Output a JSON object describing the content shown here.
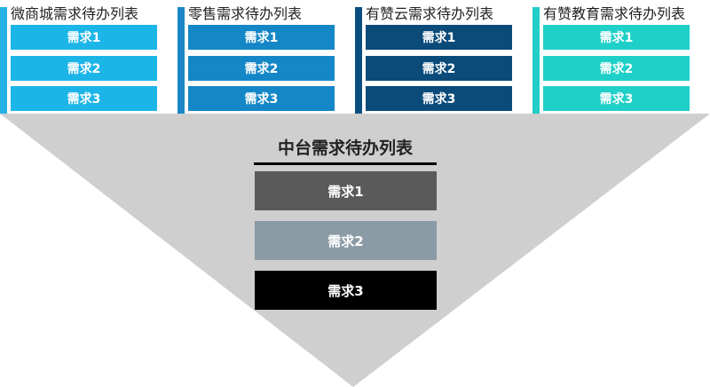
{
  "columns": [
    {
      "title": "微商城需求待办列表",
      "items": [
        "需求1",
        "需求2",
        "需求3"
      ],
      "bar_color": "#25b2e4",
      "item_color": "#1cb5e8"
    },
    {
      "title": "零售需求待办列表",
      "items": [
        "需求1",
        "需求2",
        "需求3"
      ],
      "bar_color": "#1a87c6",
      "item_color": "#1587c7"
    },
    {
      "title": "有赞云需求待办列表",
      "items": [
        "需求1",
        "需求2",
        "需求3"
      ],
      "bar_color": "#0a4e80",
      "item_color": "#0b4b7a"
    },
    {
      "title": "有赞教育需求待办列表",
      "items": [
        "需求1",
        "需求2",
        "需求3"
      ],
      "bar_color": "#22cfc6",
      "item_color": "#1fd0c8"
    }
  ],
  "center": {
    "title": "中台需求待办列表",
    "items": [
      {
        "label": "需求1",
        "color": "#5a5a5a"
      },
      {
        "label": "需求2",
        "color": "#8a9ba6"
      },
      {
        "label": "需求3",
        "color": "#000000"
      }
    ]
  },
  "funnel_color": "#cfcfcf"
}
